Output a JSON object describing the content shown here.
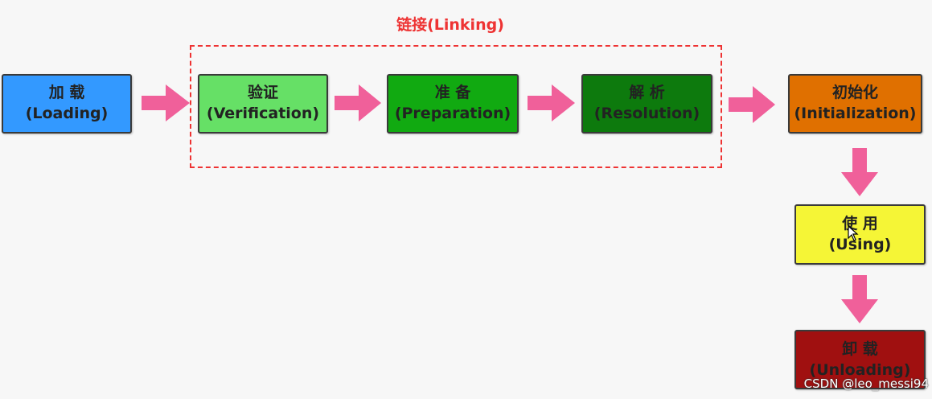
{
  "linking_group": {
    "label": "链接(Linking)"
  },
  "stages": {
    "loading": {
      "cn": "加 载",
      "en": "(Loading)",
      "color": "#3399ff",
      "text_color": "#222222"
    },
    "verification": {
      "cn": "验证",
      "en": "(Verification)",
      "color": "#66e066",
      "text_color": "#222222"
    },
    "preparation": {
      "cn": "准 备",
      "en": "(Preparation)",
      "color": "#11aa11",
      "text_color": "#222222"
    },
    "resolution": {
      "cn": "解 析",
      "en": "(Resolution)",
      "color": "#0d7a0d",
      "text_color": "#222222"
    },
    "initialization": {
      "cn": "初始化",
      "en": "(Initialization)",
      "color": "#e07000",
      "text_color": "#222222"
    },
    "using": {
      "cn": "使 用",
      "en": "(Using)",
      "color": "#f5f536",
      "text_color": "#222222"
    },
    "unloading": {
      "cn": "卸 载",
      "en": "(Unloading)",
      "color": "#a01010",
      "text_color": "#222222"
    }
  },
  "arrow_color": "#f0609a",
  "group_border_color": "#ee3333",
  "watermark": "CSDN @leo_messi94"
}
